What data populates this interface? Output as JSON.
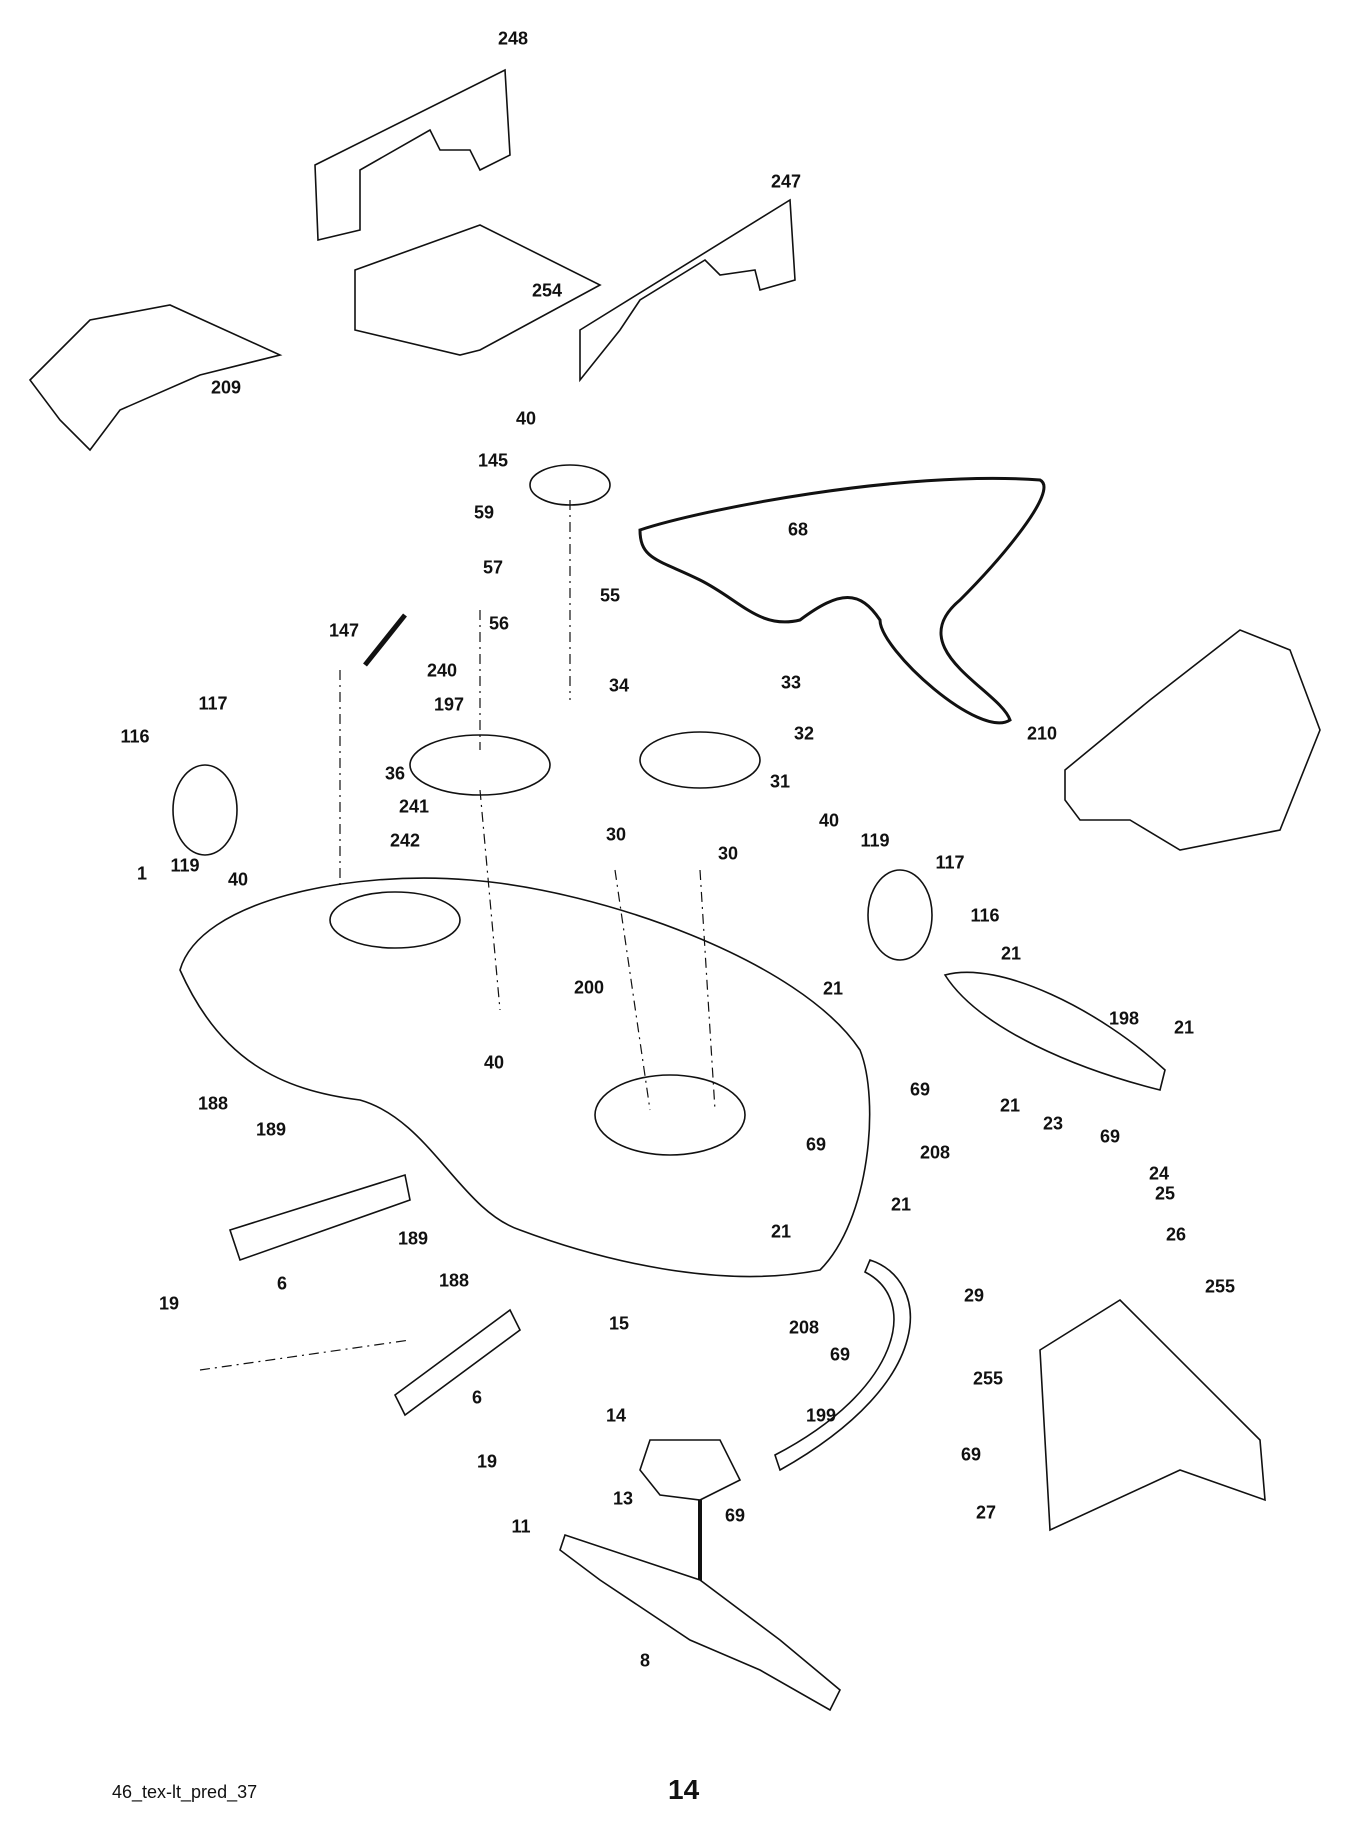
{
  "diagram": {
    "part_labels": [
      "248",
      "247",
      "254",
      "209",
      "40",
      "145",
      "59",
      "68",
      "57",
      "55",
      "56",
      "147",
      "240",
      "33",
      "34",
      "197",
      "117",
      "116",
      "32",
      "210",
      "36",
      "31",
      "241",
      "242",
      "30",
      "30",
      "40",
      "119",
      "117",
      "119",
      "40",
      "1",
      "116",
      "21",
      "200",
      "21",
      "21",
      "198",
      "40",
      "188",
      "189",
      "69",
      "69",
      "21",
      "23",
      "208",
      "69",
      "24",
      "25",
      "21",
      "21",
      "189",
      "26",
      "188",
      "255",
      "6",
      "19",
      "29",
      "15",
      "208",
      "69",
      "255",
      "6",
      "14",
      "199",
      "19",
      "69",
      "13",
      "27",
      "69",
      "11",
      "8"
    ]
  },
  "footer": {
    "document_code": "46_tex-lt_pred_37",
    "page_number": "14"
  }
}
